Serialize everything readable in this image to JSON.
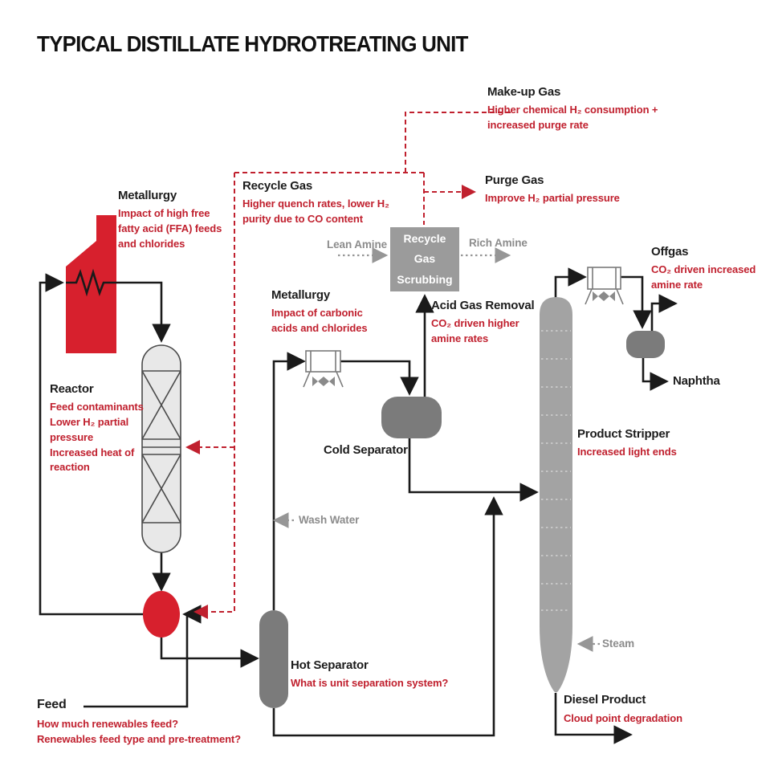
{
  "title": "TYPICAL DISTILLATE HYDROTREATING UNIT",
  "annotations": {
    "makeup_gas": {
      "heading": "Make-up Gas",
      "note": "Higher chemical H₂ consumption +\nincreased purge rate"
    },
    "purge_gas": {
      "heading": "Purge Gas",
      "note": "Improve H₂ partial pressure"
    },
    "recycle_gas": {
      "heading": "Recycle Gas",
      "note": "Higher quench rates, lower H₂\npurity due to CO content"
    },
    "metallurgy_feed": {
      "heading": "Metallurgy",
      "note": "Impact of high free\nfatty acid (FFA) feeds\nand chlorides"
    },
    "reactor": {
      "heading": "Reactor",
      "note": "Feed contaminants\nLower H₂ partial\npressure\nIncreased heat of\nreaction"
    },
    "metallurgy_overhead Dummy": {
      "heading": "",
      "note": ""
    },
    "metallurgy_overhead": {
      "heading": "Metallurgy",
      "note": "Impact of carbonic\nacids and chlorides"
    },
    "acid_gas_removal": {
      "heading": "Acid Gas Removal",
      "note": "CO₂ driven higher\namine rates"
    },
    "hot_separator": {
      "heading": "Hot Separator",
      "note": "What is unit separation system?"
    },
    "feed": {
      "heading": "Feed",
      "note": "How much renewables feed?\nRenewables feed type and pre-treatment?"
    },
    "product_stripper": {
      "heading": "Product Stripper",
      "note": "Increased light ends"
    },
    "offgas": {
      "heading": "Offgas",
      "note": "CO₂ driven increased\namine rate"
    },
    "diesel_product": {
      "heading": "Diesel Product",
      "note": "Cloud point degradation"
    }
  },
  "equipment": {
    "scrubber_label": "Recycle\nGas\nScrubbing",
    "cold_separator_label": "Cold Separator",
    "naphtha_label": "Naphtha"
  },
  "streams": {
    "lean_amine": "Lean Amine",
    "rich_amine": "Rich Amine",
    "wash_water": "Wash Water",
    "steam": "Steam"
  },
  "colors": {
    "red_shape": "#d7202d",
    "red_text": "#c0202e",
    "line_black": "#1a1a1a",
    "gray_vessel": "#7b7b7b",
    "gray_scrubber": "#9b9b9b",
    "gray_stripper": "#a3a3a3",
    "gray_text": "#8c8c8c",
    "reactor_fill": "#e8e8e8"
  }
}
